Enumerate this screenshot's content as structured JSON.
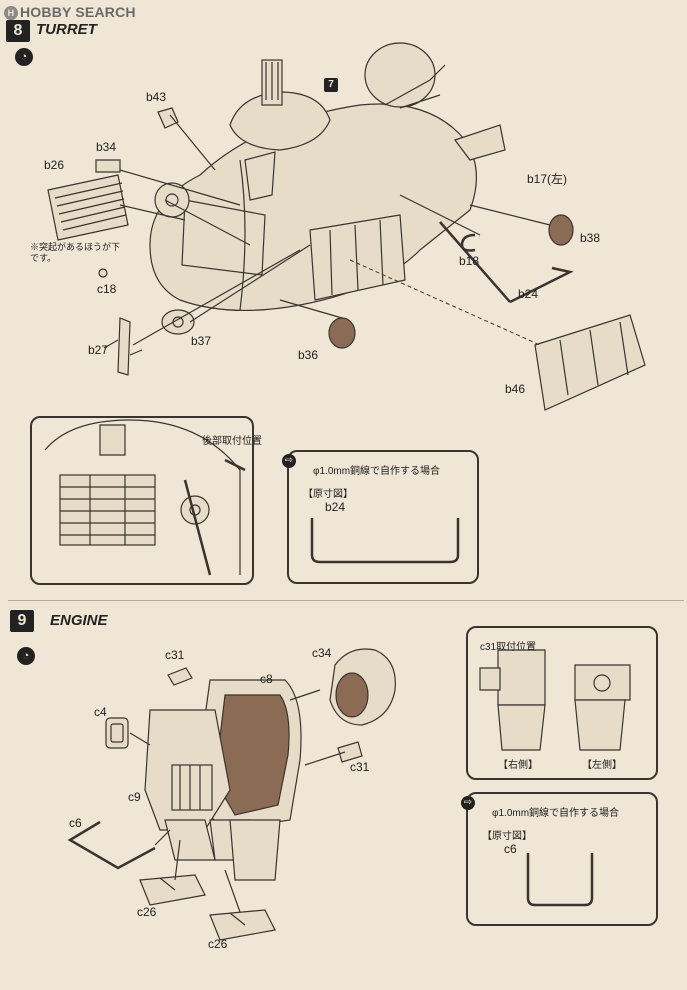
{
  "watermark": "HOBBY SEARCH",
  "step8": {
    "number": "8",
    "title": "TURRET",
    "marker": "7",
    "parts": [
      "b43",
      "b34",
      "b26",
      "c18",
      "b27",
      "b37",
      "b36",
      "b17(左)",
      "b38",
      "b18",
      "b24",
      "b46"
    ],
    "note": "※突起があるほうが下です。",
    "detail_caption": "後部取付位置",
    "wire_box": {
      "caption": "φ1.0mm銅線で自作する場合",
      "sub": "【原寸図】",
      "part": "b24"
    }
  },
  "step9": {
    "number": "9",
    "title": "ENGINE",
    "parts": [
      "c31",
      "c34",
      "c8",
      "c4",
      "c31",
      "c9",
      "c6",
      "c26",
      "c26"
    ],
    "position_box": {
      "caption": "c31取付位置",
      "right_label": "【右側】",
      "left_label": "【左側】"
    },
    "wire_box": {
      "caption": "φ1.0mm銅線で自作する場合",
      "sub": "【原寸図】",
      "part": "c6"
    }
  }
}
